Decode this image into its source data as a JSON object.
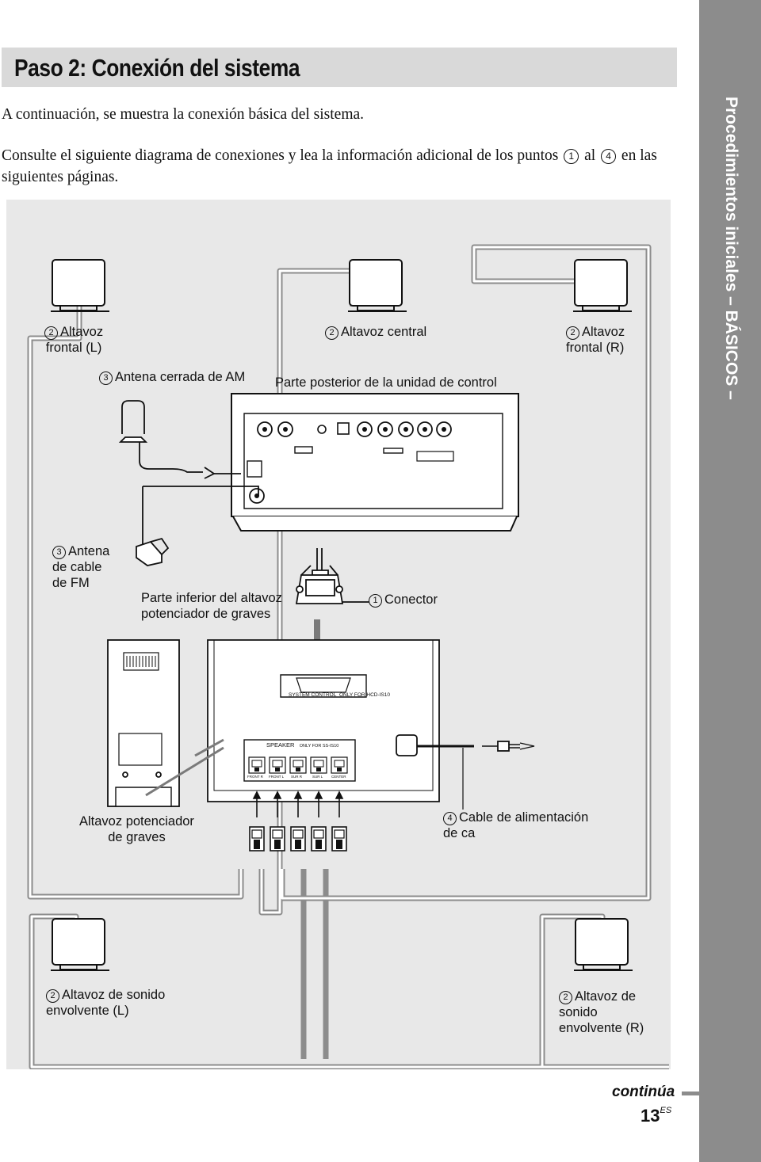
{
  "title": "Paso 2: Conexión del sistema",
  "intro": "A continuación, se muestra la conexión básica del sistema.",
  "para": {
    "before": "Consulte el siguiente diagrama de conexiones y lea la información adicional de los puntos",
    "num_from": "1",
    "mid": "al",
    "num_to": "4",
    "after": "en las siguientes páginas."
  },
  "side_tab": "Procedimientos iniciales – BÁSICOS –",
  "labels": {
    "front_l": {
      "num": "2",
      "line1": "Altavoz",
      "line2": "frontal (L)"
    },
    "center": {
      "num": "2",
      "text": "Altavoz central"
    },
    "front_r": {
      "num": "2",
      "line1": "Altavoz",
      "line2": "frontal (R)"
    },
    "am_antenna": {
      "num": "3",
      "text": "Antena cerrada de AM"
    },
    "control_rear": "Parte posterior de la unidad de control",
    "fm_antenna": {
      "num": "3",
      "line1": "Antena",
      "line2": "de cable",
      "line3": "de FM"
    },
    "sub_bottom": {
      "line1": "Parte inferior del altavoz",
      "line2": "potenciador de graves"
    },
    "connector": {
      "num": "1",
      "text": "Conector"
    },
    "subwoofer": {
      "line1": "Altavoz potenciador",
      "line2": "de graves"
    },
    "ac_cord": {
      "num": "4",
      "line1": "Cable de alimentación",
      "line2": "de ca"
    },
    "surround_l": {
      "num": "2",
      "line1": "Altavoz de sonido",
      "line2": "envolvente (L)"
    },
    "surround_r": {
      "num": "2",
      "line1": "Altavoz de",
      "line2": "sonido",
      "line3": "envolvente (R)"
    }
  },
  "panel": {
    "system_control": "SYSTEM CONTROL",
    "system_control_note": "ONLY FOR HCD-IS10",
    "speaker": "SPEAKER",
    "speaker_note": "ONLY FOR SS-IS10",
    "terminals": [
      "FRONT R",
      "FRONT L",
      "SUR R",
      "SUR L",
      "CENTER"
    ]
  },
  "footer": {
    "continues": "continúa",
    "page": "13",
    "page_suffix": "ES"
  }
}
